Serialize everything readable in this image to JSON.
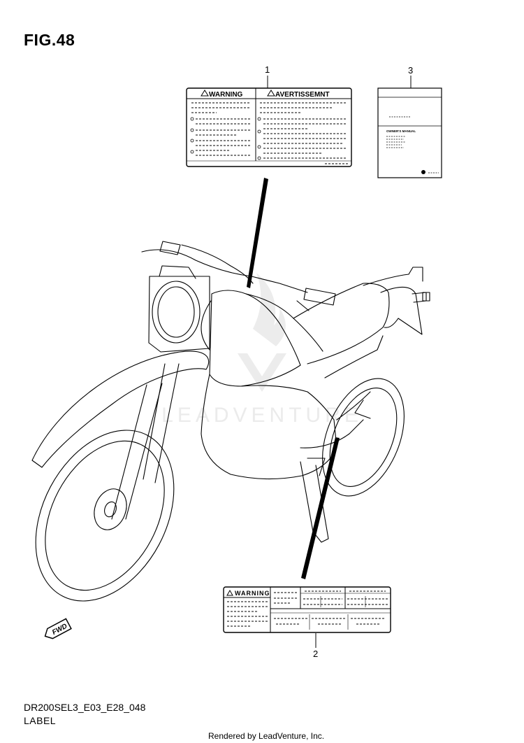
{
  "figure": {
    "title": "FIG.48"
  },
  "callouts": [
    "1",
    "2",
    "3"
  ],
  "label1": {
    "left_heading": "WARNING",
    "right_heading": "AVERTISSEMNT"
  },
  "label2": {
    "heading": "WARNING"
  },
  "label3": {
    "heading": "OWNER'S MANUAL"
  },
  "fwd_arrow": {
    "text": "FWD"
  },
  "watermark": {
    "text": "LEADVENTURE"
  },
  "footer": {
    "model_code": "DR200SEL3_E03_E28_048",
    "section": "LABEL",
    "rendered_by": "Rendered by LeadVenture, Inc."
  },
  "colors": {
    "ink": "#000000",
    "watermark": "#e6e6e6"
  }
}
